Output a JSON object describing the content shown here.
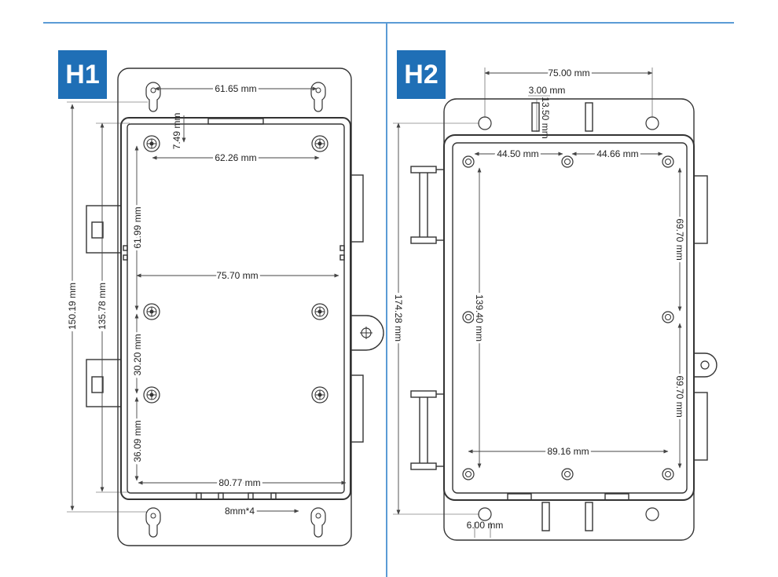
{
  "panels": {
    "h1": {
      "label": "H1",
      "dims": {
        "top_width": "61.65 mm",
        "top_offset": "7.49 mm",
        "hole_width": "62.26 mm",
        "side_height": "61.99 mm",
        "inner_width": "75.70 mm",
        "outer_height": "150.19 mm",
        "body_height": "135.78 mm",
        "hole_gap": "30.20 mm",
        "bottom_height": "36.09 mm",
        "bottom_width": "80.77 mm",
        "slot_note": "8mm*4"
      }
    },
    "h2": {
      "label": "H2",
      "dims": {
        "top_width": "75.00 mm",
        "offset_x": "3.00 mm",
        "offset_y": "13.50 mm",
        "left_span": "44.50 mm",
        "right_span": "44.66 mm",
        "upper_height": "69.70 mm",
        "hole_height": "139.40 mm",
        "outer_height": "174.28 mm",
        "lower_height": "69.70 mm",
        "bottom_width": "89.16 mm",
        "corner_offset": "6.00 mm"
      }
    }
  },
  "colors": {
    "divider": "#5b9bd5",
    "badge": "#1f6fb6",
    "line": "#333333",
    "dim": "#444444"
  }
}
